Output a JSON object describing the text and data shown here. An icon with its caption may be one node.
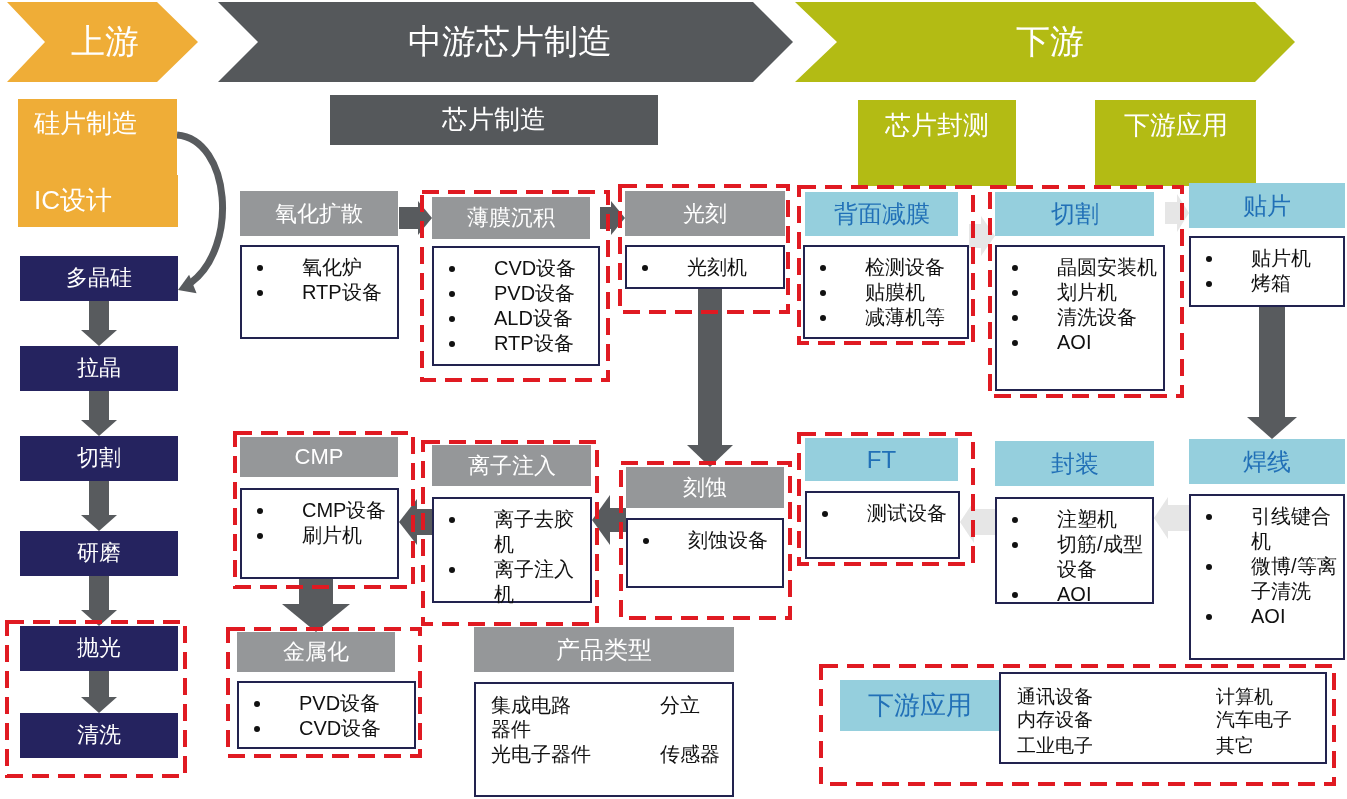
{
  "diagram": {
    "nodes": [
      {
        "text": [
          "上游"
        ]
      },
      {
        "text": [
          "中游芯片制造"
        ]
      },
      {
        "text": [
          "下游"
        ]
      },
      {
        "text": [
          "硅片制造"
        ]
      },
      {
        "text": [
          "IC设计"
        ]
      },
      {
        "text": [
          "多晶硅"
        ]
      },
      {
        "text": [
          "拉晶"
        ]
      },
      {
        "text": [
          "切割"
        ]
      },
      {
        "text": [
          "研磨"
        ]
      },
      {
        "text": [],
        "shape": "box"
      },
      {
        "text": [
          "抛光"
        ],
        "in": 9
      },
      {
        "text": [
          "清洗"
        ],
        "in": 9
      },
      {
        "text": [
          "芯片制造"
        ]
      },
      {
        "text": [
          "芯片封测"
        ]
      },
      {
        "text": [
          "下游应用"
        ]
      },
      {
        "text": [
          "氧化扩散",
          "氧化炉",
          "RTP设备"
        ]
      },
      {
        "text": [],
        "shape": "box"
      },
      {
        "text": [
          "薄膜沉积",
          "CVD设备",
          "PVD设备",
          "ALD设备",
          "RTP设备"
        ],
        "in": 16
      },
      {
        "text": [],
        "shape": "box"
      },
      {
        "text": [
          "光刻",
          "光刻机"
        ],
        "in": 18
      },
      {
        "text": [],
        "shape": "box"
      },
      {
        "text": [
          "背面减膜",
          "检测设备",
          "贴膜机",
          "减薄机等"
        ],
        "in": 20
      },
      {
        "text": [],
        "shape": "box"
      },
      {
        "text": [
          "切割",
          "晶圆安装机",
          "划片机",
          "清洗设备",
          "AOI"
        ],
        "in": 22
      },
      {
        "text": [
          "贴片",
          "贴片机",
          "烤箱"
        ]
      },
      {
        "text": [],
        "shape": "box"
      },
      {
        "text": [
          "CMP",
          "CMP设备",
          "刷片机"
        ],
        "in": 25
      },
      {
        "text": [],
        "shape": "box"
      },
      {
        "text": [
          "离子注入",
          "离子去胶机",
          "离子注入机"
        ],
        "in": 27
      },
      {
        "text": [],
        "shape": "box"
      },
      {
        "text": [
          "刻蚀",
          "刻蚀设备"
        ],
        "in": 29
      },
      {
        "text": [],
        "shape": "box"
      },
      {
        "text": [
          "FT",
          "测试设备"
        ],
        "in": 31
      },
      {
        "text": [
          "封装",
          "注塑机",
          "切筋/成型设备",
          "AOI"
        ]
      },
      {
        "text": [
          "焊线",
          "引线键合机",
          "微博/等离子清洗",
          "AOI"
        ]
      },
      {
        "text": [],
        "shape": "box"
      },
      {
        "text": [
          "金属化",
          "PVD设备",
          "CVD设备"
        ],
        "in": 35
      },
      {
        "text": [
          "产品类型",
          "集成电路器件",
          "分立",
          "光电子器件",
          "传感器"
        ]
      },
      {
        "text": [],
        "shape": "box"
      },
      {
        "text": [
          "下游应用",
          "通讯设备",
          "计算机",
          "内存设备",
          "汽车电子",
          "工业电子",
          "其它"
        ],
        "in": 38
      }
    ],
    "edges": [
      {
        "from": 3,
        "to": 5,
        "arrow": "to"
      },
      {
        "from": 5,
        "to": 6,
        "arrow": "to"
      },
      {
        "from": 6,
        "to": 7,
        "arrow": "to"
      },
      {
        "from": 7,
        "to": 8,
        "arrow": "to"
      },
      {
        "from": 8,
        "to": 10,
        "arrow": "to"
      },
      {
        "from": 10,
        "to": 11,
        "arrow": "to"
      },
      {
        "from": 15,
        "to": 17,
        "arrow": "to"
      },
      {
        "from": 17,
        "to": 19,
        "arrow": "to"
      },
      {
        "from": 19,
        "to": 30,
        "arrow": "to"
      },
      {
        "from": 30,
        "to": 28,
        "arrow": "to"
      },
      {
        "from": 28,
        "to": 26,
        "arrow": "to"
      },
      {
        "from": 26,
        "to": 36,
        "arrow": "to"
      },
      {
        "from": 21,
        "to": 23,
        "arrow": "to",
        "color": "#e6e6e6"
      },
      {
        "from": 23,
        "to": 24,
        "arrow": "to",
        "color": "#e6e6e6"
      },
      {
        "from": 24,
        "to": 34,
        "arrow": "to"
      },
      {
        "from": 34,
        "to": 33,
        "arrow": "to",
        "color": "#e6e6e6"
      },
      {
        "from": 33,
        "to": 32,
        "arrow": "to",
        "color": "#e6e6e6"
      }
    ]
  }
}
